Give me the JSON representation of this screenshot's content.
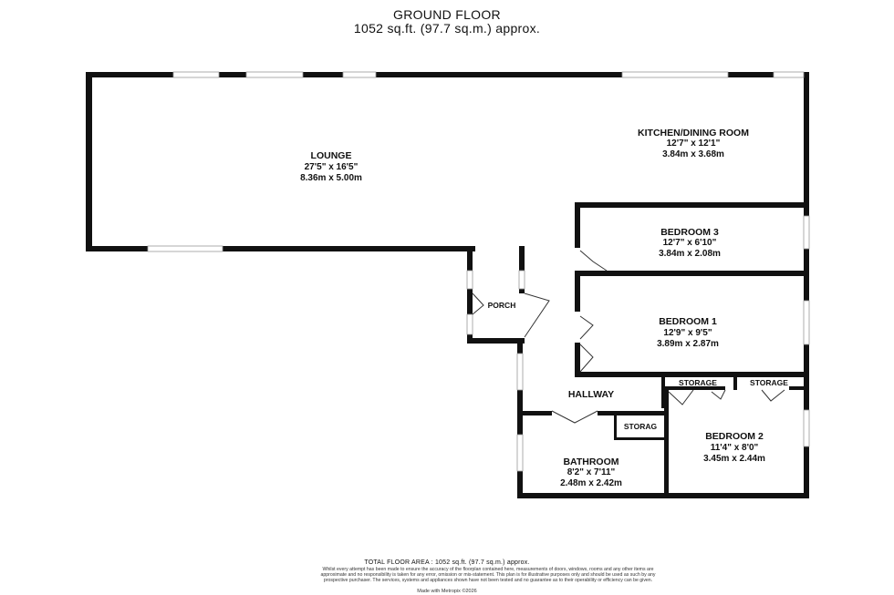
{
  "header": {
    "title": "GROUND FLOOR",
    "area": "1052 sq.ft. (97.7 sq.m.) approx."
  },
  "rooms": {
    "lounge": {
      "name": "LOUNGE",
      "imperial": "27'5\" x 16'5\"",
      "metric": "8.36m x 5.00m"
    },
    "kitchen": {
      "name": "KITCHEN/DINING ROOM",
      "imperial": "12'7\" x 12'1\"",
      "metric": "3.84m x 3.68m"
    },
    "bedroom3": {
      "name": "BEDROOM 3",
      "imperial": "12'7\" x 6'10\"",
      "metric": "3.84m x 2.08m"
    },
    "bedroom1": {
      "name": "BEDROOM 1",
      "imperial": "12'9\" x 9'5\"",
      "metric": "3.89m x 2.87m"
    },
    "bedroom2": {
      "name": "BEDROOM 2",
      "imperial": "11'4\" x 8'0\"",
      "metric": "3.45m x 2.44m"
    },
    "bathroom": {
      "name": "BATHROOM",
      "imperial": "8'2\" x 7'11\"",
      "metric": "2.48m x 2.42m"
    },
    "porch": {
      "name": "PORCH"
    },
    "hallway": {
      "name": "HALLWAY"
    },
    "storage1": {
      "name": "STORAGE"
    },
    "storage2": {
      "name": "STORAGE"
    },
    "storage3": {
      "name": "STORAG"
    }
  },
  "footer": {
    "total": "TOTAL FLOOR AREA : 1052 sq.ft. (97.7 sq.m.) approx.",
    "disclaimer": "Whilst every attempt has been made to ensure the accuracy of the floorplan contained here, measurements of doors, windows, rooms and any other items are approximate and no responsibility is taken for any error, omission or mis-statement. This plan is for illustrative purposes only and should be used as such by any prospective purchaser. The services, systems and appliances shown have not been tested and no guarantee as to their operability or efficiency can be given.",
    "made_with": "Made with Metropix ©2026"
  }
}
